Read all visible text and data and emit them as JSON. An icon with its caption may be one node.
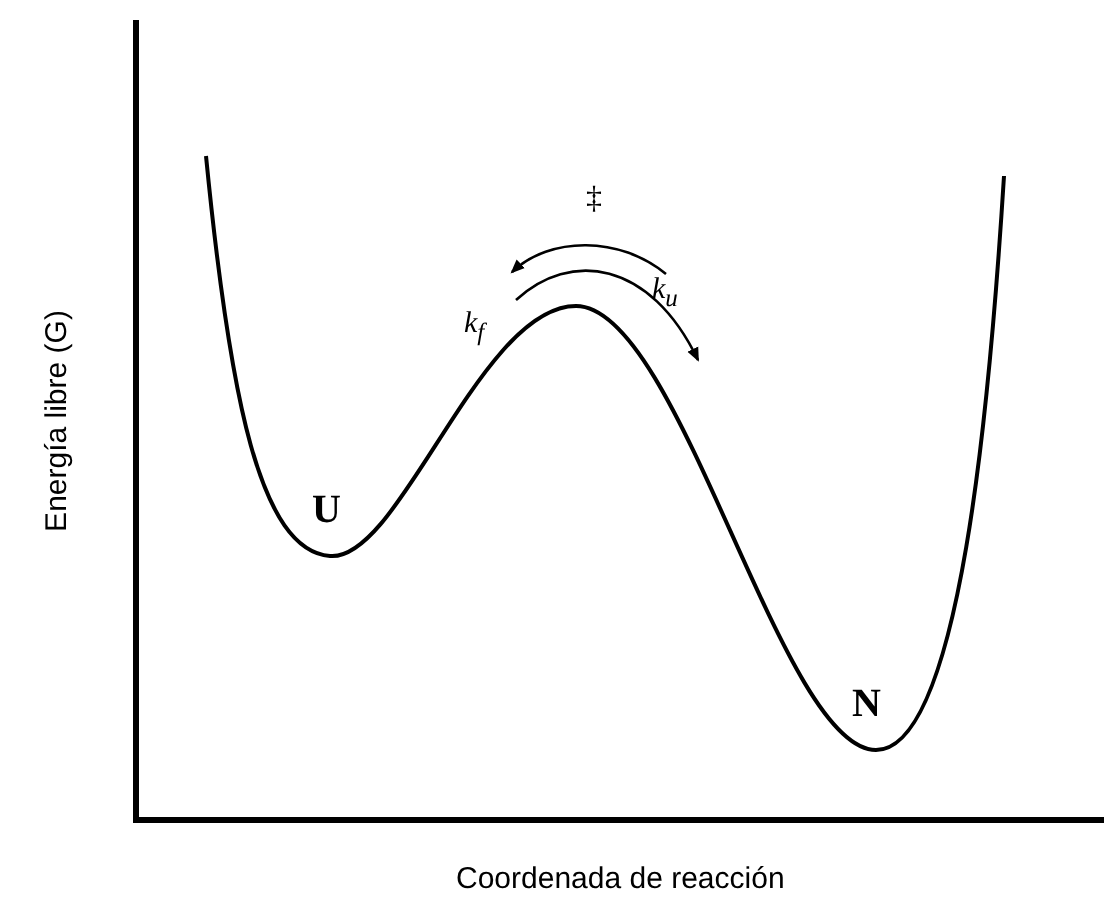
{
  "diagram": {
    "labels": [
      "‡",
      "k$_{u}$",
      "k$_{f}$",
      "U",
      "N",
      "Energía libre (G)",
      "Coordenada de reacción"
    ]
  }
}
